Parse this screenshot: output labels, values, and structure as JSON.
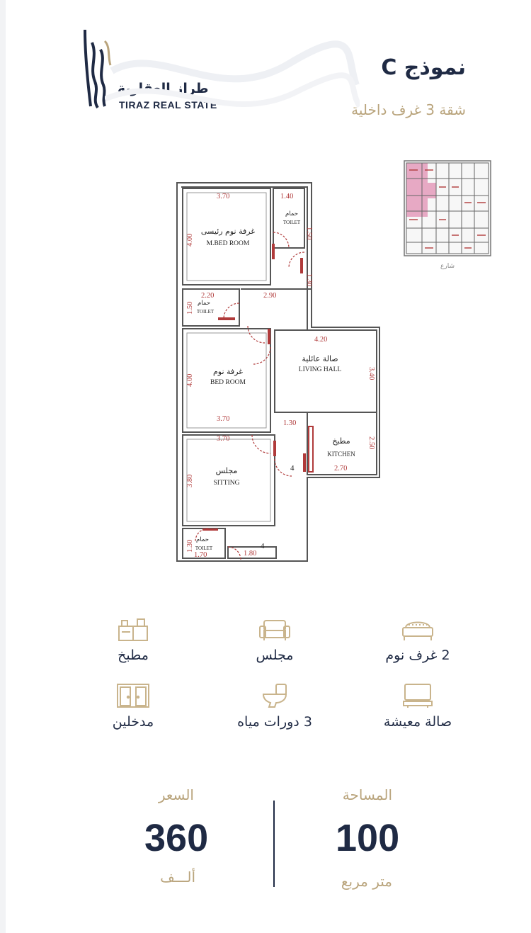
{
  "brand": {
    "name_ar": "طراز العقارية",
    "name_en": "TIRAZ REAL STATE"
  },
  "header": {
    "title": "نموذج C",
    "subtitle": "شقة 3 غرف داخلية"
  },
  "floor_plan": {
    "rooms": {
      "master_bedroom_ar": "غرفة نوم رئيسى",
      "master_bedroom_en": "M.BED ROOM",
      "toilet_ar": "حمام",
      "toilet_en": "TOILET",
      "bedroom_ar": "غرفة نوم",
      "bedroom_en": "BED ROOM",
      "living_ar": "صالة عائلية",
      "living_en": "LIVING HALL",
      "kitchen_ar": "مطبخ",
      "kitchen_en": "KITCHEN",
      "sitting_ar": "مجلس",
      "sitting_en": "SITTING"
    },
    "dimensions": {
      "d370a": "3.70",
      "d140": "1.40",
      "d400a": "4.00",
      "d150a": "1.50",
      "d220": "2.20",
      "d290": "2.90",
      "d150b": "1.50",
      "d420": "4.20",
      "d400b": "4.00",
      "d340": "3.40",
      "d370b": "3.70",
      "d130a": "1.30",
      "d370c": "3.70",
      "d250": "2.50",
      "d270": "2.70",
      "d380": "3.80",
      "d130b": "1.30",
      "d170": "1.70",
      "d180": "1.80",
      "d130c": "1.30",
      "step4a": "4",
      "step4b": "4"
    },
    "site_street": "شارع"
  },
  "features": {
    "kitchen": "مطبخ",
    "sitting": "مجلس",
    "bedrooms": "2 غرف نوم",
    "entrances": "مدخلين",
    "bathrooms": "3 دورات مياه",
    "living": "صالة معيشة"
  },
  "stats": {
    "price_label": "السعر",
    "price_value": "360",
    "price_unit": "ألـــف",
    "area_label": "المساحة",
    "area_value": "100",
    "area_unit": "متر مربع"
  },
  "colors": {
    "navy": "#1f2a44",
    "gold": "#b9a47c",
    "dimension_red": "#b03a3a",
    "site_highlight": "#e7a9c4"
  }
}
